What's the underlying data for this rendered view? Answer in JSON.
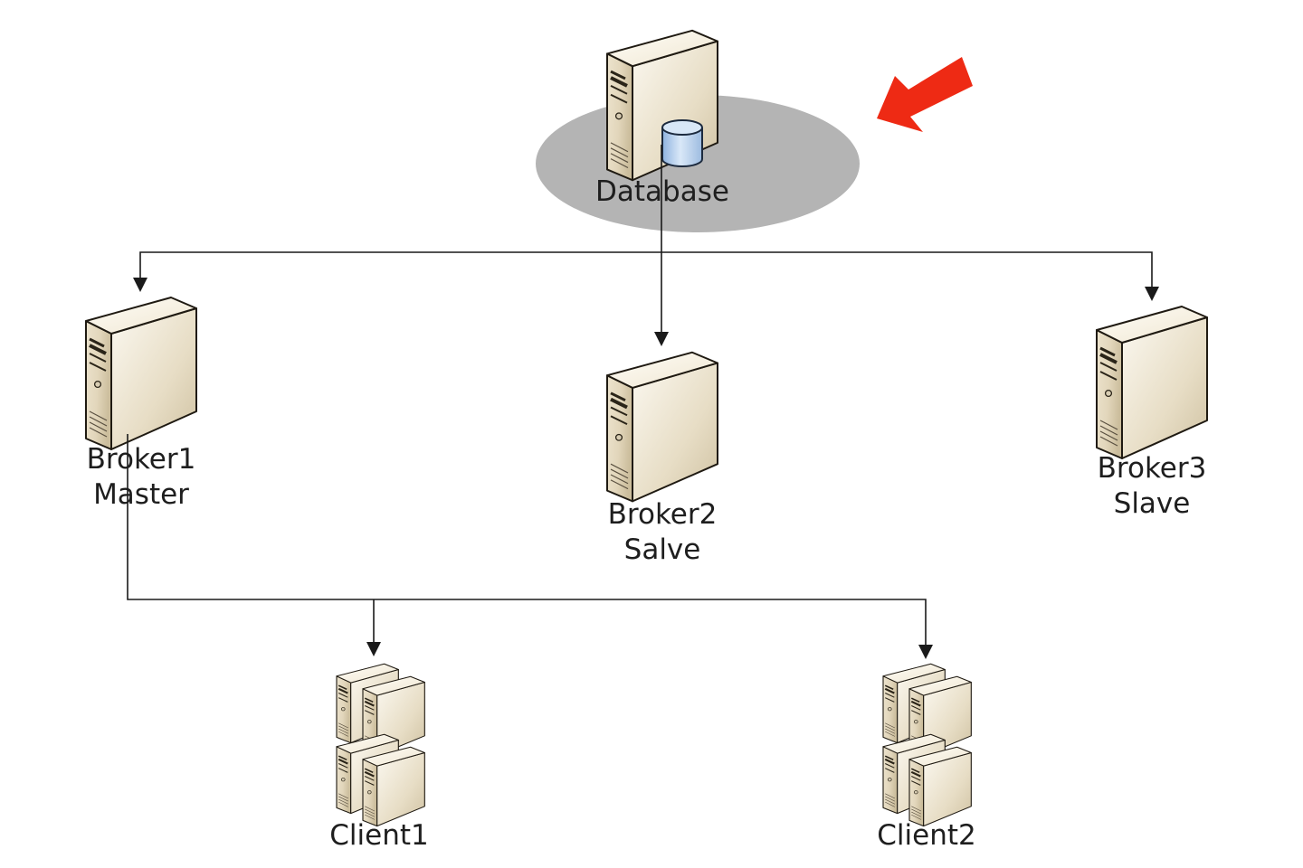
{
  "diagram": {
    "nodes": {
      "database": {
        "label": "Database",
        "icon": "server-database-icon"
      },
      "broker1": {
        "line1": "Broker1",
        "line2": "Master",
        "icon": "server-icon"
      },
      "broker2": {
        "line1": "Broker2",
        "line2": "Salve",
        "icon": "server-icon"
      },
      "broker3": {
        "line1": "Broker3",
        "line2": "Slave",
        "icon": "server-icon"
      },
      "client1": {
        "label": "Client1",
        "icon": "server-cluster-icon"
      },
      "client2": {
        "label": "Client2",
        "icon": "server-cluster-icon"
      }
    },
    "edges": [
      {
        "from": "database",
        "to": "broker1"
      },
      {
        "from": "database",
        "to": "broker2"
      },
      {
        "from": "database",
        "to": "broker3"
      },
      {
        "from": "broker1",
        "to": "client1"
      },
      {
        "from": "broker1",
        "to": "client2"
      }
    ],
    "highlight": {
      "target": "database",
      "icon": "red-arrow-icon",
      "color": "#ee2a14"
    },
    "colors": {
      "highlight_ellipse": "#b4b4b4",
      "server_body": "#e8dcc3",
      "database_cylinder": "#b9d2ee",
      "connector": "#1a1a1a"
    }
  }
}
